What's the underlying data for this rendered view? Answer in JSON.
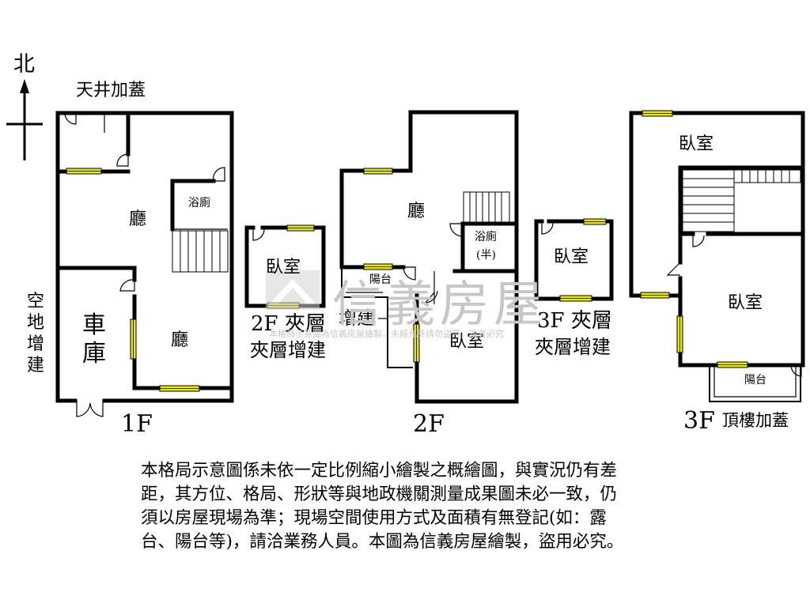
{
  "compass": {
    "north_label": "北"
  },
  "floor1": {
    "label": "1F",
    "rooms": {
      "skylight": "天井加蓋",
      "living_upper": "廳",
      "bathroom": "浴廁",
      "garage": "車庫",
      "living_lower": "廳",
      "side_annex": "空地增建"
    }
  },
  "floor2_mezz": {
    "label": "2F 夾層",
    "sublabel": "夾層增建",
    "room": "臥室"
  },
  "floor2": {
    "label": "2F",
    "rooms": {
      "living": "廳",
      "bathroom": "浴廁",
      "bathroom_half": "(半)",
      "balcony": "陽台",
      "annex": "增建",
      "bedroom": "臥室"
    }
  },
  "floor3_mezz": {
    "label": "3F 夾層",
    "sublabel": "夾層增建",
    "room": "臥室"
  },
  "floor3": {
    "label": "3F",
    "sublabel": "頂樓加蓋",
    "rooms": {
      "bedroom_top": "臥室",
      "bedroom_main": "臥室",
      "balcony": "陽台"
    }
  },
  "watermark": {
    "brand": "信義房屋",
    "notice": "本格局示意圖為信義房屋繪製，未經允許請勿盜用，違者必究"
  },
  "disclaimer": [
    "本格局示意圖係未依一定比例縮小繪製之概繪圖，與實況仍有差",
    "距，其方位、格局、形狀等與地政機關測量成果圖未必一致，仍",
    "須以房屋現場為準；現場空間使用方式及面積有無登記(如：露",
    "台、陽台等)，請洽業務人員。本圖為信義房屋繪製，盜用必究。"
  ],
  "colors": {
    "wall": "#000000",
    "window": "#e6e619",
    "watermark": "#c7c7c7"
  }
}
